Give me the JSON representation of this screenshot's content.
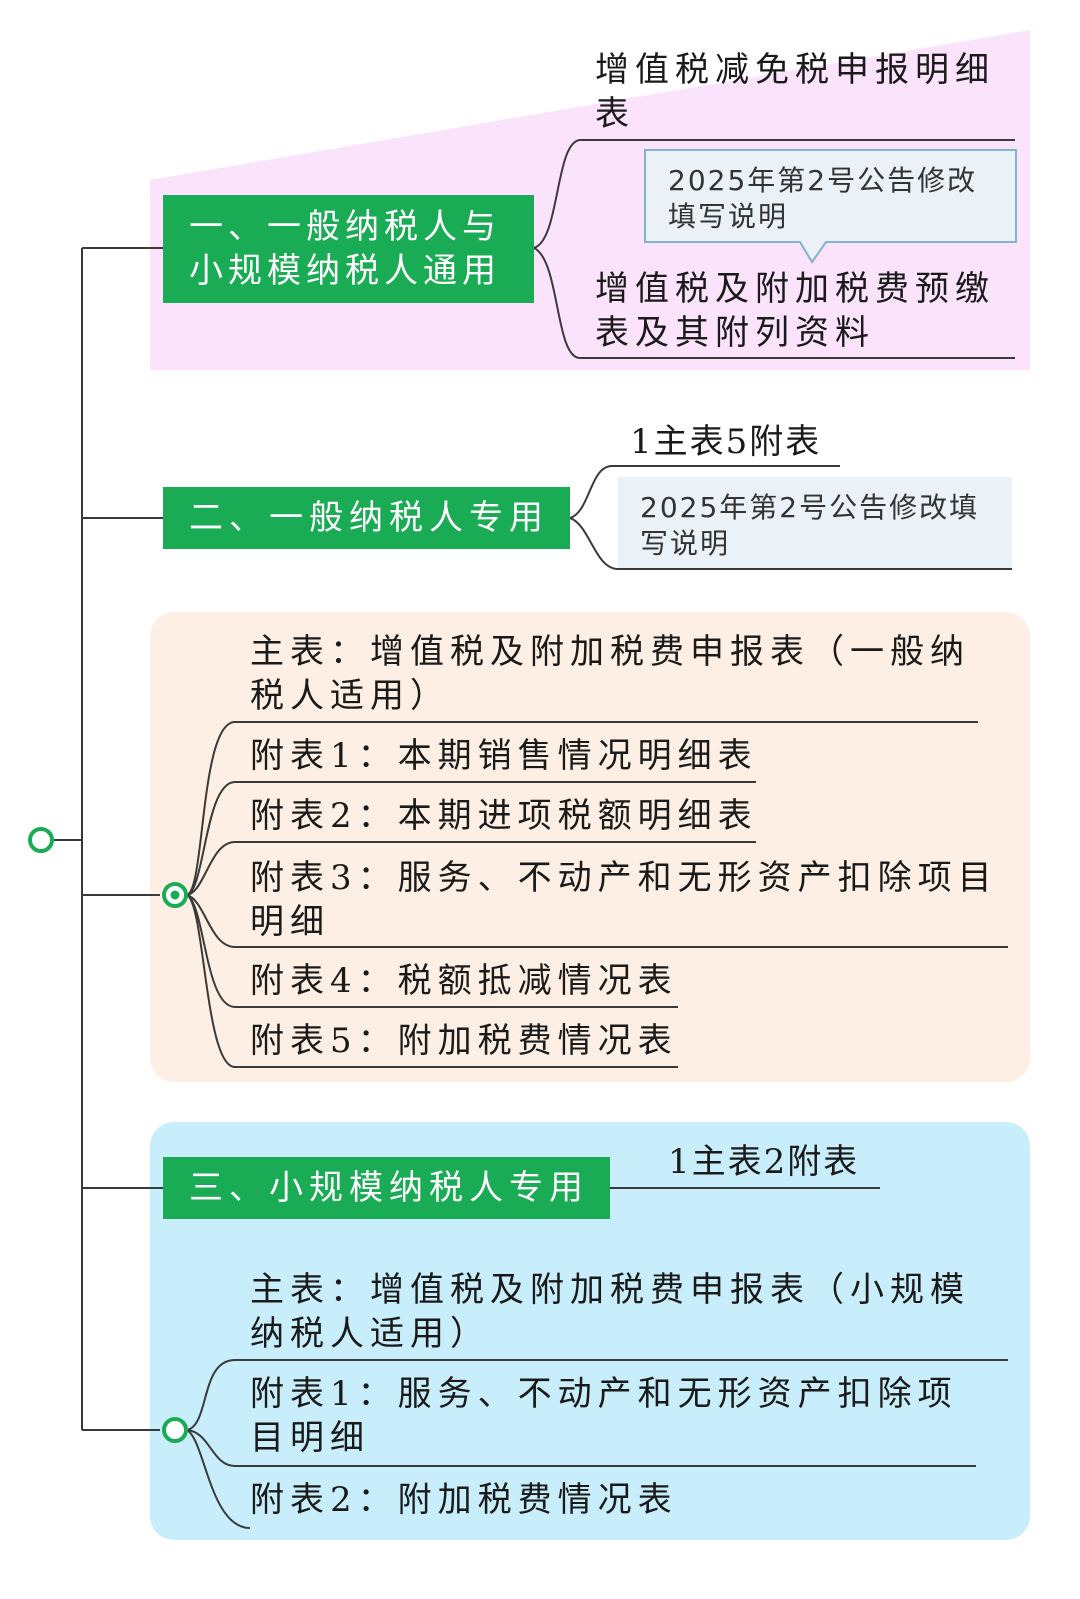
{
  "colors": {
    "branch_node": "#1aab55",
    "group1_bg": "#fbe3fb",
    "group3_bg": "#fdefe3",
    "group4_bg": "#c7eefa",
    "note_bg": "#eaf1f7",
    "connector": "#3a3a3a",
    "root_marker": "#1aab55"
  },
  "branches": [
    {
      "label": "一、一般纳税人与小规模纳税人通用",
      "children": [
        {
          "text": "增值税减免税申报明细表"
        },
        {
          "text": "增值税及附加税费预缴表及其附列资料"
        }
      ],
      "note": "2025年第2号公告修改填写说明"
    },
    {
      "label": "二、一般纳税人专用",
      "children": [
        {
          "text": "1主表5附表"
        }
      ],
      "note": "2025年第2号公告修改填写说明"
    },
    {
      "label": "",
      "children": [
        {
          "text": "主表：增值税及附加税费申报表（一般纳税人适用）"
        },
        {
          "text": "附表1：本期销售情况明细表"
        },
        {
          "text": "附表2：本期进项税额明细表"
        },
        {
          "text": "附表3：服务、不动产和无形资产扣除项目明细"
        },
        {
          "text": "附表4：税额抵减情况表"
        },
        {
          "text": "附表5：附加税费情况表"
        }
      ]
    },
    {
      "label": "三、小规模纳税人专用",
      "summary": "1主表2附表",
      "children": [
        {
          "text": "主表：增值税及附加税费申报表（小规模纳税人适用）"
        },
        {
          "text": "附表1：服务、不动产和无形资产扣除项目明细"
        },
        {
          "text": "附表2：附加税费情况表"
        }
      ]
    }
  ]
}
